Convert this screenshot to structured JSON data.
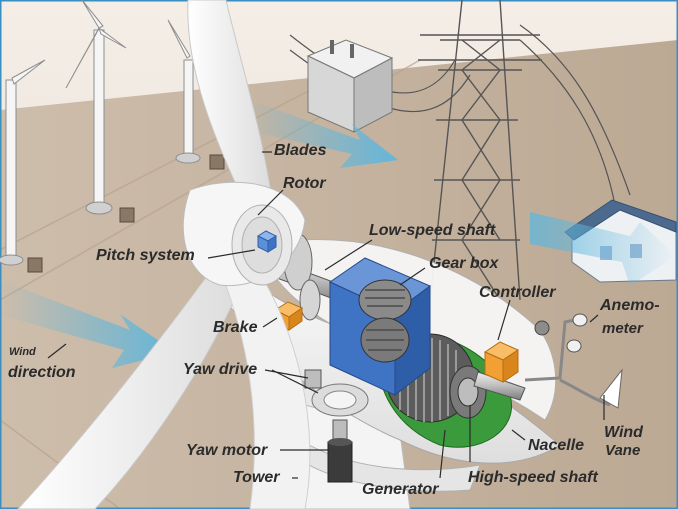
{
  "labels": {
    "blades": "Blades",
    "rotor": "Rotor",
    "low_speed_shaft": "Low-speed shaft",
    "pitch_system": "Pitch system",
    "gear_box": "Gear box",
    "controller": "Controller",
    "anemometer_line1": "Anemo-",
    "anemometer_line2": "meter",
    "brake": "Brake",
    "wind_direction_line1": "Wind",
    "wind_direction_line2": "direction",
    "yaw_drive": "Yaw drive",
    "wind_vane_line1": "Wind",
    "wind_vane_line2": "Vane",
    "nacelle": "Nacelle",
    "yaw_motor": "Yaw motor",
    "tower": "Tower",
    "generator": "Generator",
    "high_speed_shaft": "High-speed shaft"
  },
  "colors": {
    "sky": "#f3ece4",
    "ground": "#c9b9a6",
    "wind_arrow": "#5fb6dc",
    "gearbox_blue": "#3f74c4",
    "controller_orange": "#f2a033",
    "generator_green": "#3a9a3c",
    "pitch_blue": "#5b8fd8",
    "label_text": "#2b2b2b",
    "border": "#3a8fc0"
  }
}
